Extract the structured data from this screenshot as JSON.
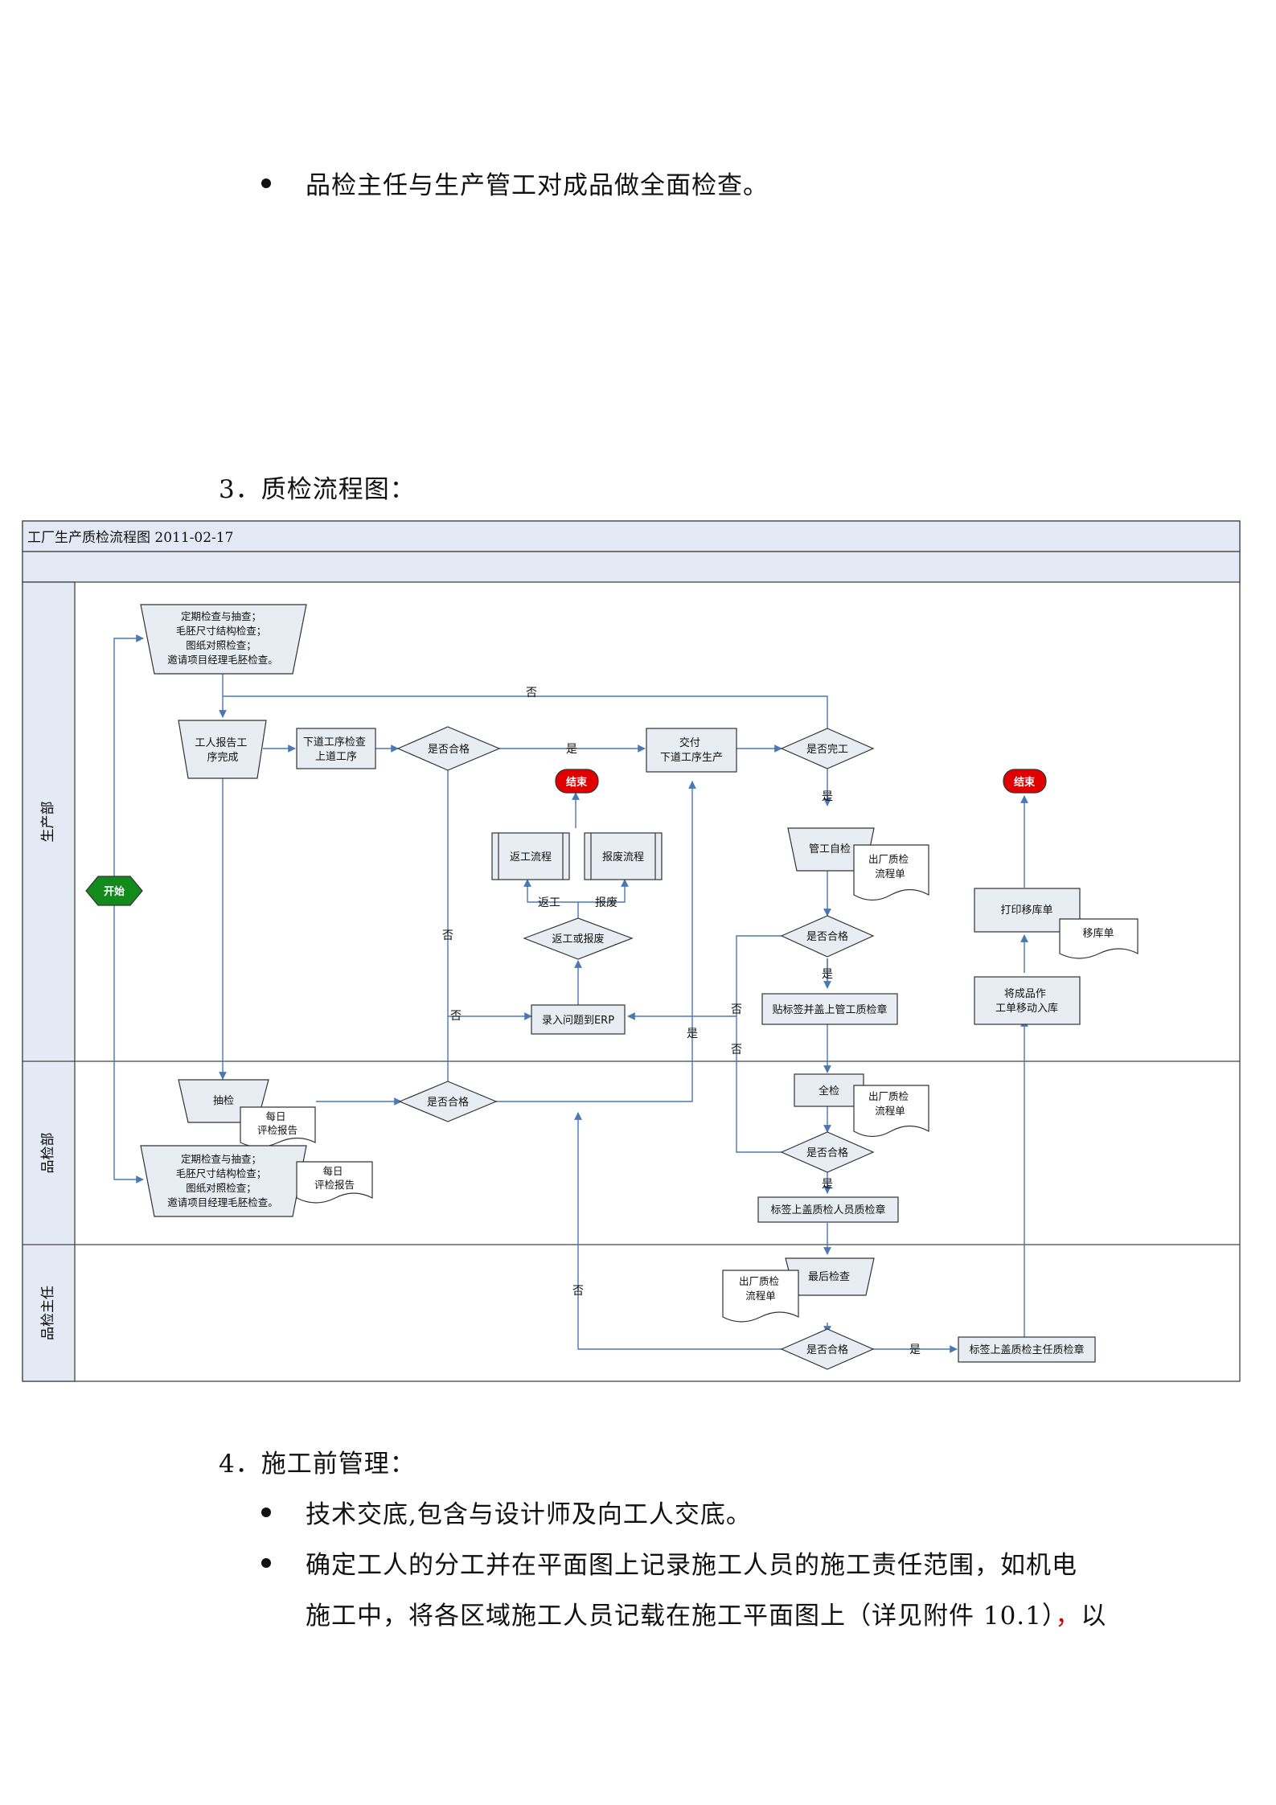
{
  "doc": {
    "bullet1": "品检主任与生产管工对成品做全面检查。",
    "heading3": "3．质检流程图：",
    "heading4": "4．施工前管理：",
    "bullet2": "技术交底,包含与设计师及向工人交底。",
    "bullet3_line1": "确定工人的分工并在平面图上记录施工人员的施工责任范围，如机电",
    "bullet3_line2_a": "施工中，将各区域施工人员记载在施工平面图上（详见附件 10.1）",
    "bullet3_line2_red": "，",
    "bullet3_line2_b": "以"
  },
  "flowchart": {
    "title": "工厂生产质检流程图 2011-02-17",
    "lanes": {
      "production": "生产部",
      "qc": "品检部",
      "director": "品检主任"
    },
    "nodes": {
      "start": "开始",
      "end1": "结束",
      "end2": "结束",
      "inspect_top": [
        "定期检查与抽查；",
        "毛胚尺寸结构检查；",
        "图纸对照检查；",
        "邀请项目经理毛胚检查。"
      ],
      "worker_report": [
        "工人报告工",
        "序完成"
      ],
      "next_check": [
        "下道工序检查",
        "上道工序"
      ],
      "qualified1": "是否合格",
      "deliver": [
        "交付",
        "下道工序生产"
      ],
      "finished": "是否完工",
      "rework_flow": "返工流程",
      "scrap_flow": "报废流程",
      "rework_or_scrap": "返工或报废",
      "erp": "录入问题到ERP",
      "self_check": "管工自检",
      "doc_out1": [
        "出厂质检",
        "流程单"
      ],
      "qualified2": "是否合格",
      "label_mgr": "贴标签并盖上管工质检章",
      "sample": "抽检",
      "daily1": [
        "每日",
        "评检报告"
      ],
      "qualified3": "是否合格",
      "full_check": "全检",
      "doc_out2": [
        "出厂质检",
        "流程单"
      ],
      "qualified4": "是否合格",
      "label_qc": "标签上盖质检人员质检章",
      "inspect_bottom": [
        "定期检查与抽查；",
        "毛胚尺寸结构检查；",
        "图纸对照检查；",
        "邀请项目经理毛胚检查。"
      ],
      "daily2": [
        "每日",
        "评检报告"
      ],
      "final_check": "最后检查",
      "doc_out3": [
        "出厂质检",
        "流程单"
      ],
      "qualified5": "是否合格",
      "label_director": "标签上盖质检主任质检章",
      "print_slip": "打印移库单",
      "slip": "移库单",
      "move_stock": [
        "将成品作",
        "工单移动入库"
      ]
    },
    "edge_labels": {
      "no_top": "否",
      "yes1": "是",
      "yes_finished": "是",
      "rework": "返工",
      "scrap": "报废",
      "no_left": "否",
      "no_erp": "否",
      "yes_q3": "是",
      "yes_q2": "是",
      "no_q2": "否",
      "no_q4": "否",
      "yes_q4": "是",
      "no_q5": "否",
      "yes_q5": "是"
    }
  }
}
